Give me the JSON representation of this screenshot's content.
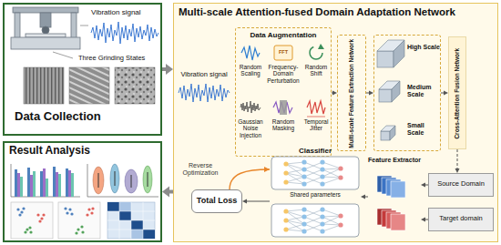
{
  "diagram": {
    "nodes": [
      {
        "text": [
          "Data Collection"
        ]
      },
      {
        "text": [
          "Result Analysis"
        ]
      },
      {
        "text": [
          "Multi-scale Attention-fused Domain Adaptation Network"
        ]
      },
      {
        "text": [
          "Data Augmentation"
        ],
        "in": 2
      },
      {
        "text": [
          "Multi-scale Feature Extraction Network"
        ],
        "in": 2
      },
      {
        "text": [
          "High Scale",
          "Medium Scale",
          "Small Scale"
        ],
        "in": 2
      },
      {
        "text": [
          "Cross-Attention Fusion Network"
        ],
        "in": 2
      },
      {
        "text": [
          "Source Domain"
        ],
        "in": 2
      },
      {
        "text": [
          "Target domain"
        ],
        "in": 2
      },
      {
        "text": [
          "Feature Extractor"
        ],
        "in": 2
      },
      {
        "text": [
          "Classifier"
        ],
        "in": 2
      },
      {
        "text": [
          "Total Loss"
        ],
        "in": 2
      }
    ],
    "edges": [
      {
        "from": 0,
        "to": 2,
        "arrow": "to"
      },
      {
        "from": 2,
        "to": 1,
        "arrow": "to"
      },
      {
        "from": 3,
        "to": 4,
        "arrow": "to"
      },
      {
        "from": 4,
        "to": 5,
        "arrow": "to"
      },
      {
        "from": 5,
        "to": 6,
        "arrow": "to"
      },
      {
        "from": 6,
        "to": 7,
        "arrow": "to"
      },
      {
        "from": 7,
        "to": 9,
        "arrow": "to"
      },
      {
        "from": 8,
        "to": 9,
        "arrow": "to"
      },
      {
        "from": 9,
        "to": 10,
        "arrow": "to"
      },
      {
        "from": 10,
        "to": 11,
        "arrow": "to"
      },
      {
        "from": 11,
        "to": 10,
        "arrow": "to",
        "label": "Reverse Optimization"
      }
    ],
    "labels": [
      "Vibration signal",
      "Three Grinding States",
      "Vibration signal",
      "Random Scaling",
      "FFT",
      "Frequency-Domain Perturbation",
      "Random Shift",
      "Gaussian Noise Injection",
      "Random Masking",
      "Temporal Jitter",
      "Shared parameters"
    ]
  }
}
